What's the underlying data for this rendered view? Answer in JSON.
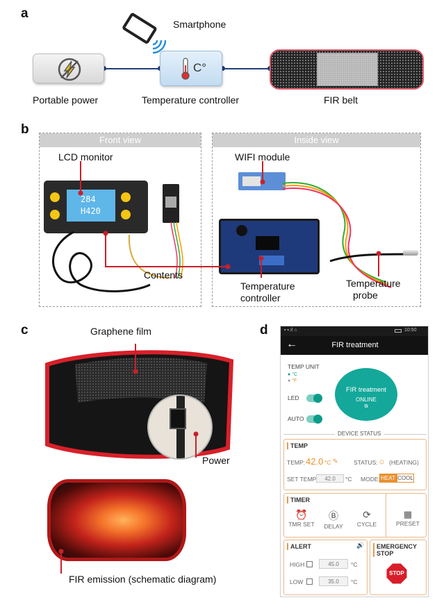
{
  "panels": {
    "a": "a",
    "b": "b",
    "c": "c",
    "d": "d"
  },
  "panel_a": {
    "smartphone": "Smartphone",
    "portable_power": "Portable power",
    "temperature_controller": "Temperature controller",
    "fir_belt": "FIR belt",
    "thermo_glyph": "C°"
  },
  "panel_b": {
    "front_view": "Front view",
    "inside_view": "Inside view",
    "lcd_monitor": "LCD monitor",
    "wifi_module": "WIFI module",
    "contents": "Contents",
    "temperature_controller_line1": "Temperature",
    "temperature_controller_line2": "controller",
    "temperature_probe_line1": "Temperature",
    "temperature_probe_line2": "probe",
    "lcd_line1": "284",
    "lcd_line2": "H420"
  },
  "panel_c": {
    "graphene_film": "Graphene film",
    "power": "Power",
    "fir_emission": "FIR emission (schematic diagram)"
  },
  "app": {
    "status_right": "10:50",
    "title": "FIR treatment",
    "temp_unit_label": "TEMP UNIT",
    "unit_c": "°C",
    "unit_f": "°F",
    "led_label": "LED",
    "auto_label": "AUTO",
    "circle_title": "FIR treatment",
    "circle_status": "ONLINE",
    "device_status": "DEVICE STATUS",
    "temp": {
      "header": "TEMP",
      "temp_label": "TEMP:",
      "temp_value": "42.0",
      "temp_unit": "°C",
      "status_label": "STATUS:",
      "status_value": "(HEATING)",
      "set_temp_label": "SET TEMP:",
      "set_temp_value": "42.0",
      "set_temp_unit": "°C",
      "mode_label": "MODE:",
      "mode_heat": "HEAT",
      "mode_cool": "COOL"
    },
    "timer": {
      "header": "TIMER",
      "tmr_set": "TMR SET",
      "delay": "DELAY",
      "cycle": "CYCLE",
      "preset": "PRESET"
    },
    "alert": {
      "header": "ALERT",
      "high_label": "HIGH",
      "high_value": "45.0",
      "low_label": "LOW",
      "low_value": "35.0",
      "unit": "°C"
    },
    "emergency": {
      "line1": "EMERGENCY",
      "line2": "STOP",
      "stop_sign": "STOP"
    },
    "colors": {
      "accent": "#0d9c8a",
      "orange": "#e8902f",
      "alert_red": "#d81e2a"
    }
  }
}
